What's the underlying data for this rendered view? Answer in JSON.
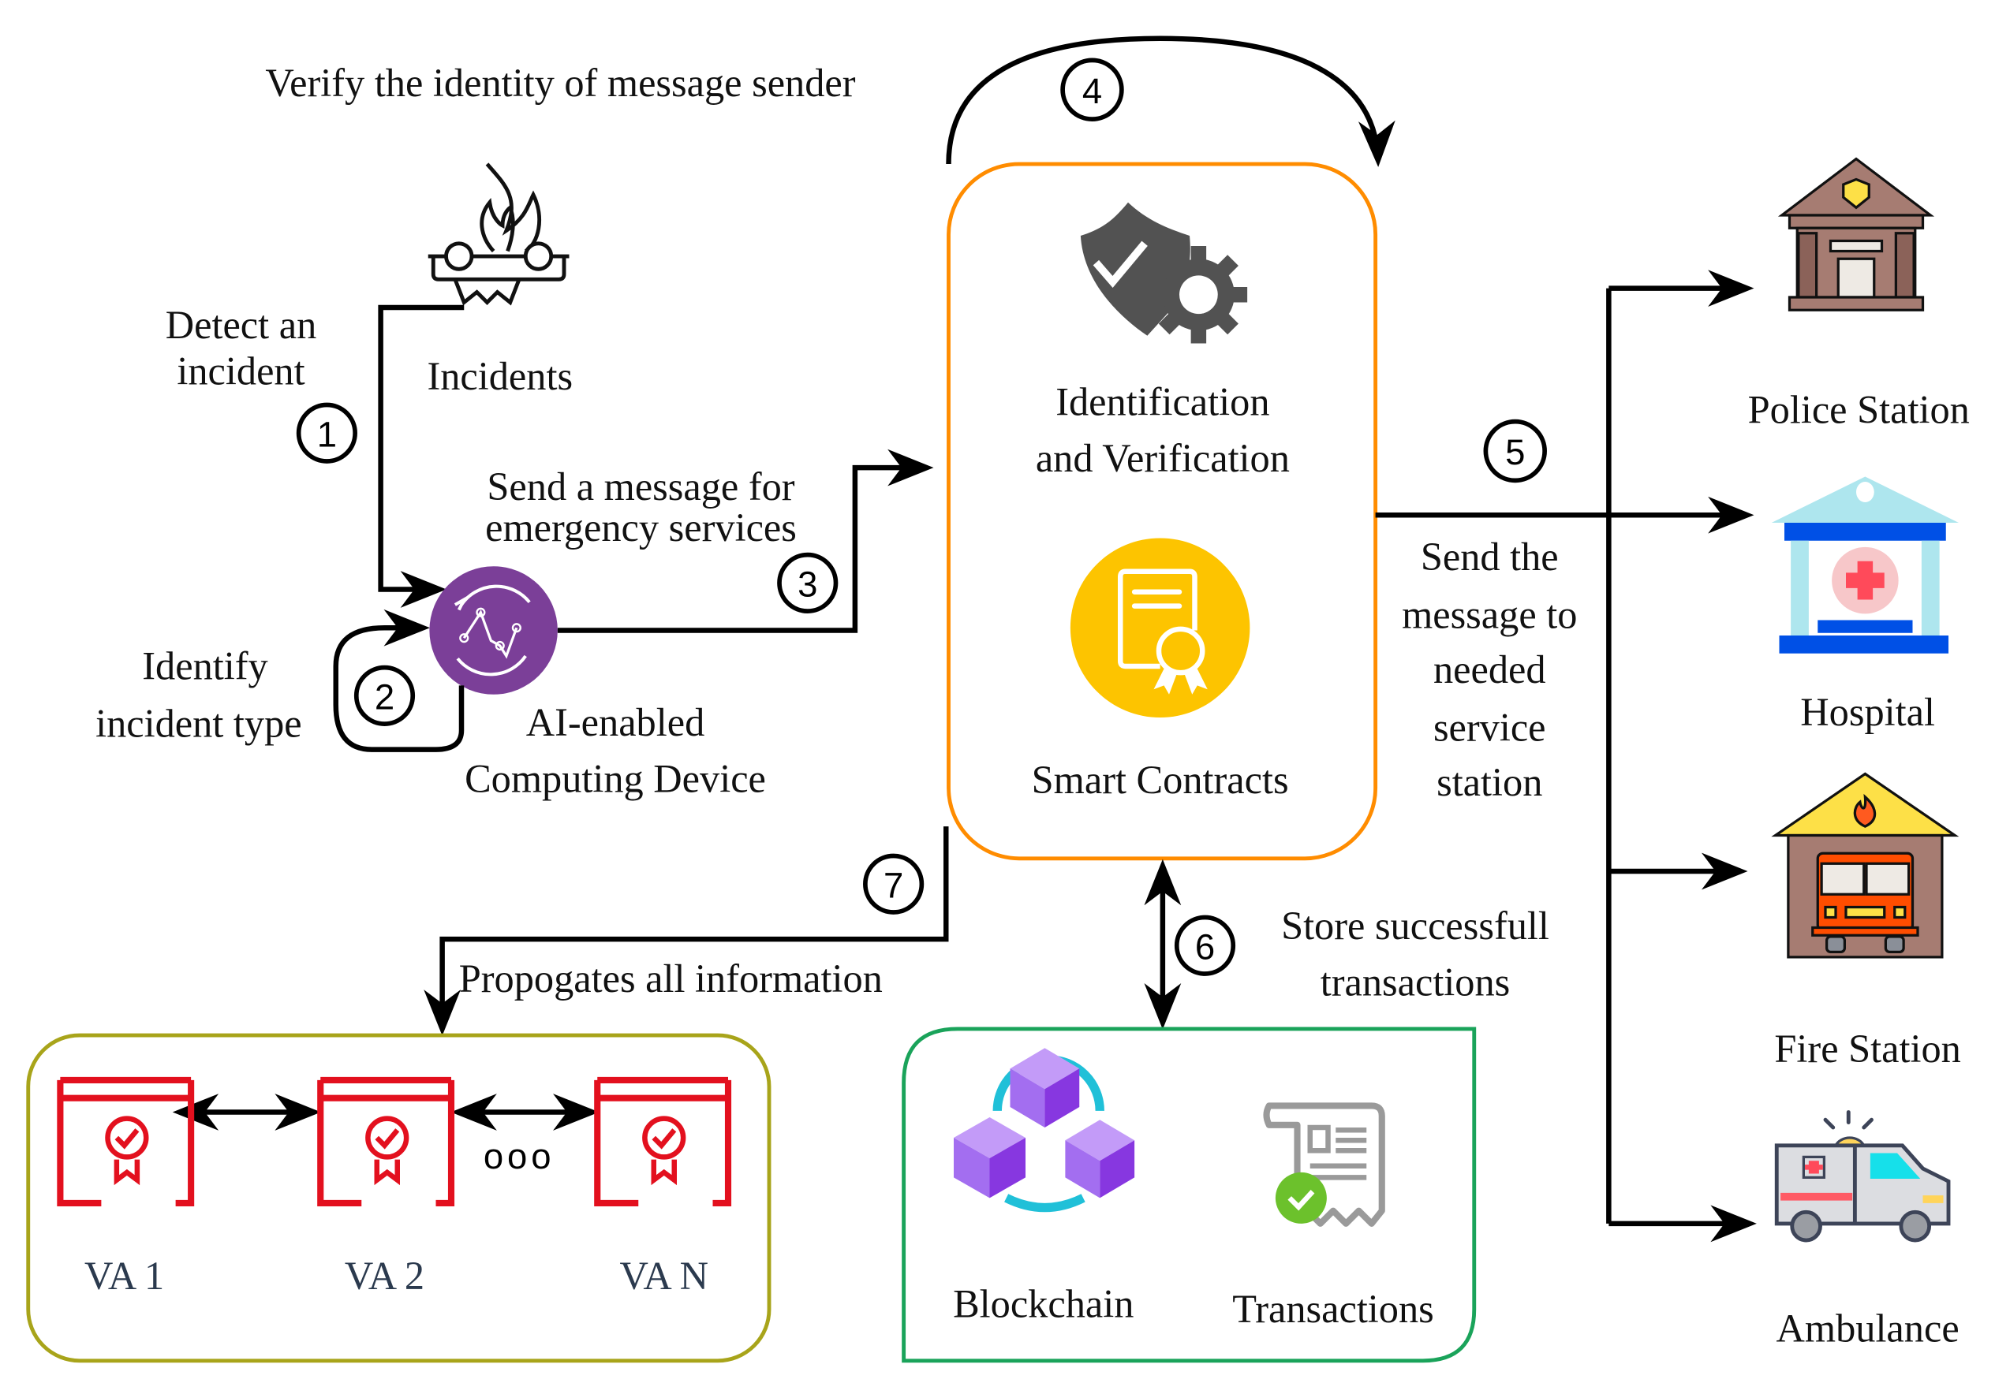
{
  "diagram": {
    "title": "Blockchain-based AI emergency response workflow",
    "steps": [
      {
        "number": "1",
        "label_lines": [
          "Detect an",
          "incident"
        ]
      },
      {
        "number": "2",
        "label_lines": [
          "Identify",
          "incident type"
        ]
      },
      {
        "number": "3",
        "label_lines": [
          "Send a message for",
          "emergency services"
        ]
      },
      {
        "number": "4",
        "label_lines": [
          "Verify the identity of message sender"
        ]
      },
      {
        "number": "5",
        "label_lines": [
          "Send the",
          "message to",
          "needed",
          "service",
          "station"
        ]
      },
      {
        "number": "6",
        "label_lines": [
          "Store successfull",
          "transactions"
        ]
      },
      {
        "number": "7",
        "label_lines": [
          "Propogates all information"
        ]
      }
    ],
    "nodes": {
      "incidents": {
        "label": "Incidents",
        "icon": "fire-detector-icon"
      },
      "ai_device": {
        "label_lines": [
          "AI-enabled",
          "Computing Device"
        ],
        "icon": "ai-analytics-icon",
        "color": "#7b3f98"
      },
      "core": {
        "border_color": "#ff8c00",
        "identification": {
          "label_lines": [
            "Identification",
            "and Verification"
          ],
          "icon": "shield-gear-icon",
          "color": "#525252"
        },
        "smart_contracts": {
          "label": "Smart Contracts",
          "icon": "certificate-icon",
          "color": "#fdc400"
        }
      },
      "ledger": {
        "border_color": "#1aa35a",
        "blockchain": {
          "label": "Blockchain",
          "icon": "blockchain-cubes-icon",
          "color": "#a36ef0"
        },
        "transactions": {
          "label": "Transactions",
          "icon": "receipt-check-icon",
          "color": "#6cc12c"
        }
      },
      "validators": {
        "border_color": "#a8a41a",
        "icon_color": "#e3101e",
        "items": [
          {
            "label": "VA 1"
          },
          {
            "label": "VA 2"
          },
          {
            "label": "VA N"
          }
        ],
        "ellipsis": "ooo"
      },
      "services": [
        {
          "label": "Police Station",
          "icon": "police-station-icon"
        },
        {
          "label": "Hospital",
          "icon": "hospital-icon"
        },
        {
          "label": "Fire Station",
          "icon": "fire-station-icon"
        },
        {
          "label": "Ambulance",
          "icon": "ambulance-icon"
        }
      ]
    }
  }
}
